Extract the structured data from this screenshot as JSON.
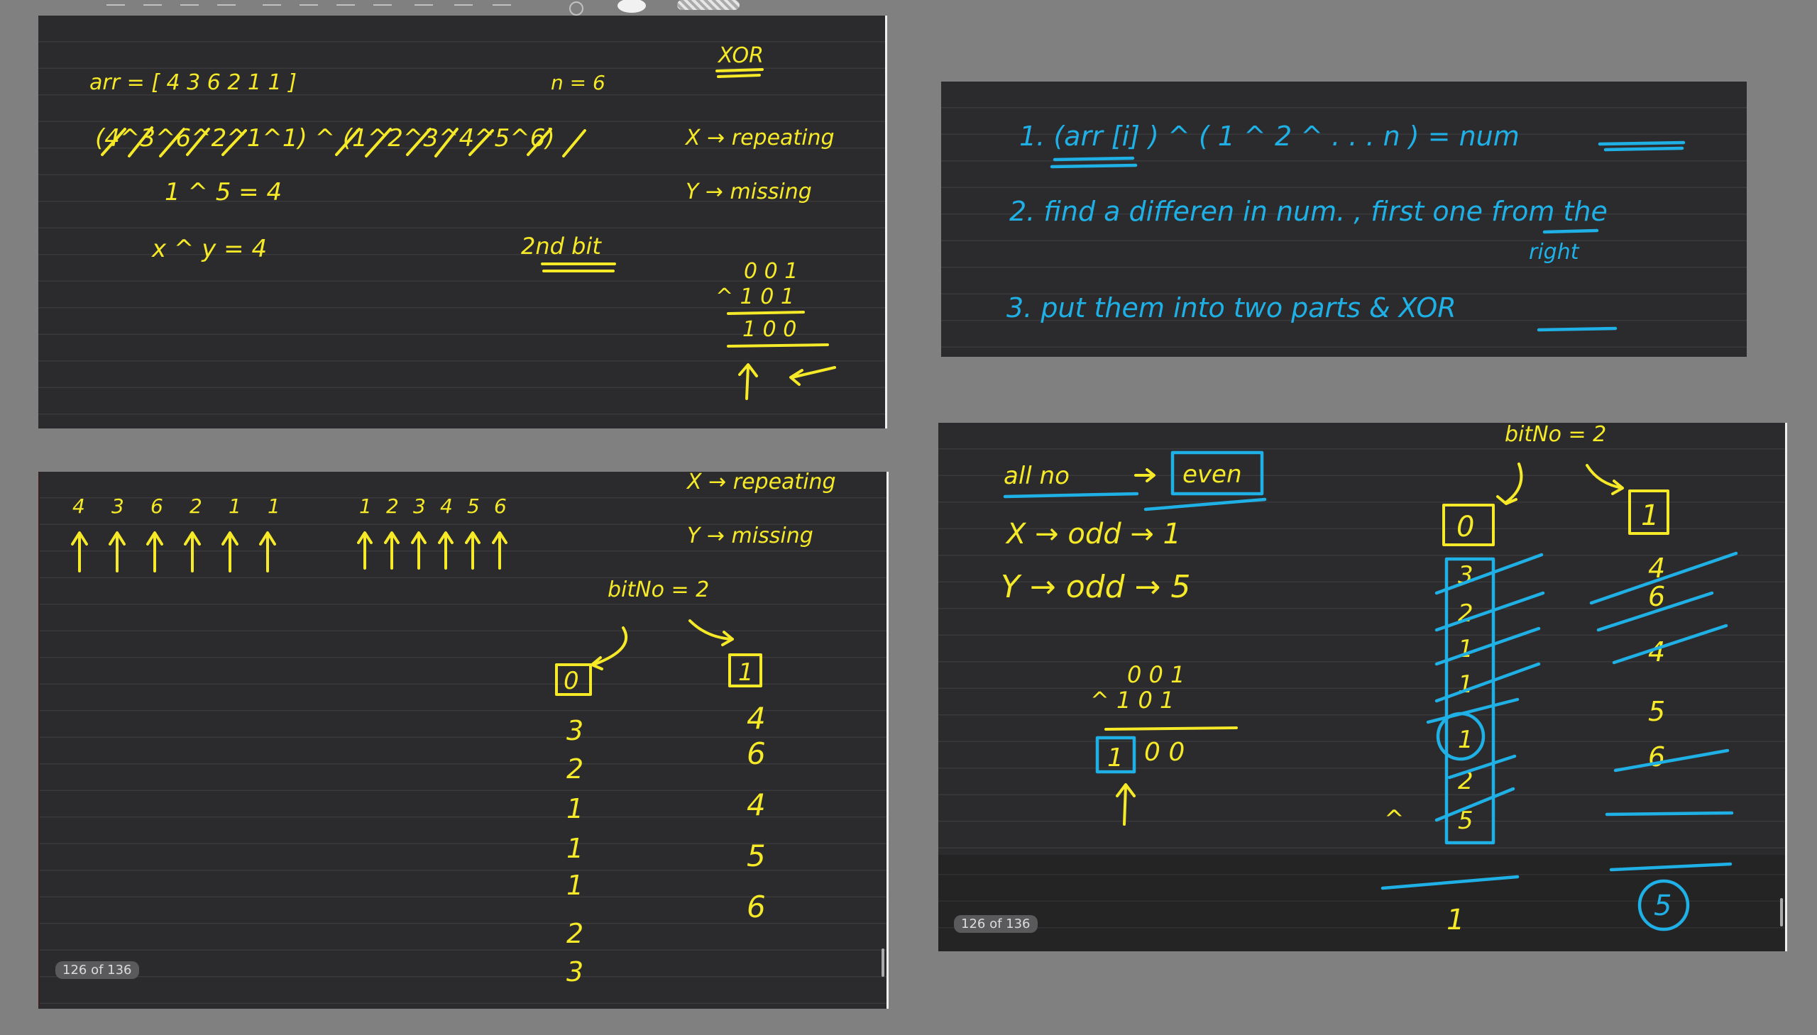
{
  "panels": {
    "top_left": {
      "lines": {
        "arr": "arr =  [ 4   3   6   2   1   1 ]",
        "n": "n = 6",
        "xor_title": "XOR",
        "xor_expr": "(4^3^6^2^1^1) ^ (1^2^3^4^5^6)",
        "x_label": "X → repeating",
        "y_label": "Y → missing",
        "one_xor_five": "1 ^ 5    =    4",
        "x_xor_y": "x ^ y    =    4",
        "second_bit": "2nd  bit",
        "bin_a": "0 0 1",
        "bin_b": "^ 1 0 1",
        "bin_result": "1 0 0"
      }
    },
    "bottom_left": {
      "arr_top": [
        "4",
        "3",
        "6",
        "2",
        "1",
        "1"
      ],
      "seq_top": [
        "1",
        "2",
        "3",
        "4",
        "5",
        "6"
      ],
      "x_label": "X → repeating",
      "y_label": "Y → missing",
      "bitno": "bitNo = 2",
      "bucket0_label": "0",
      "bucket1_label": "1",
      "bucket0": [
        "3",
        "2",
        "1",
        "1",
        "1",
        "2",
        "3"
      ],
      "bucket1": [
        "4",
        "6",
        "4",
        "5",
        "6"
      ],
      "counter": "126 of 136"
    },
    "top_right": {
      "step1": "1.  (arr [i] )    ^   ( 1 ^ 2 ^ . . . n )   =  num",
      "step2": "2.   find a differen    in  num. , first  one  from the",
      "step2_b": "right",
      "step3": "3.   put  them   into   two   parts  &   XOR"
    },
    "bottom_right": {
      "bitno": "bitNo = 2",
      "all_no": "all  no",
      "even": "even",
      "x_odd": "X  →   odd    → 1",
      "y_odd": "Y   →  odd    → 5",
      "bin_a": "0 0 1",
      "bin_b": "^ 1 0 1",
      "bin_result_rest": "0 0",
      "bin_result_boxed": "1",
      "bucket0_label": "0",
      "bucket1_label": "1",
      "bucket0": [
        "3",
        "2",
        "1",
        "1",
        "1",
        "2",
        "5"
      ],
      "bucket1": [
        "4",
        "6",
        "4",
        "5",
        "6"
      ],
      "caret": "^",
      "result0": "1",
      "result1": "5",
      "counter": "126 of 136"
    }
  },
  "colors": {
    "yellow_ink": "#f5e928",
    "cyan_ink": "#1fb0e6",
    "page": "#2b2b2d",
    "backdrop": "#808080"
  }
}
